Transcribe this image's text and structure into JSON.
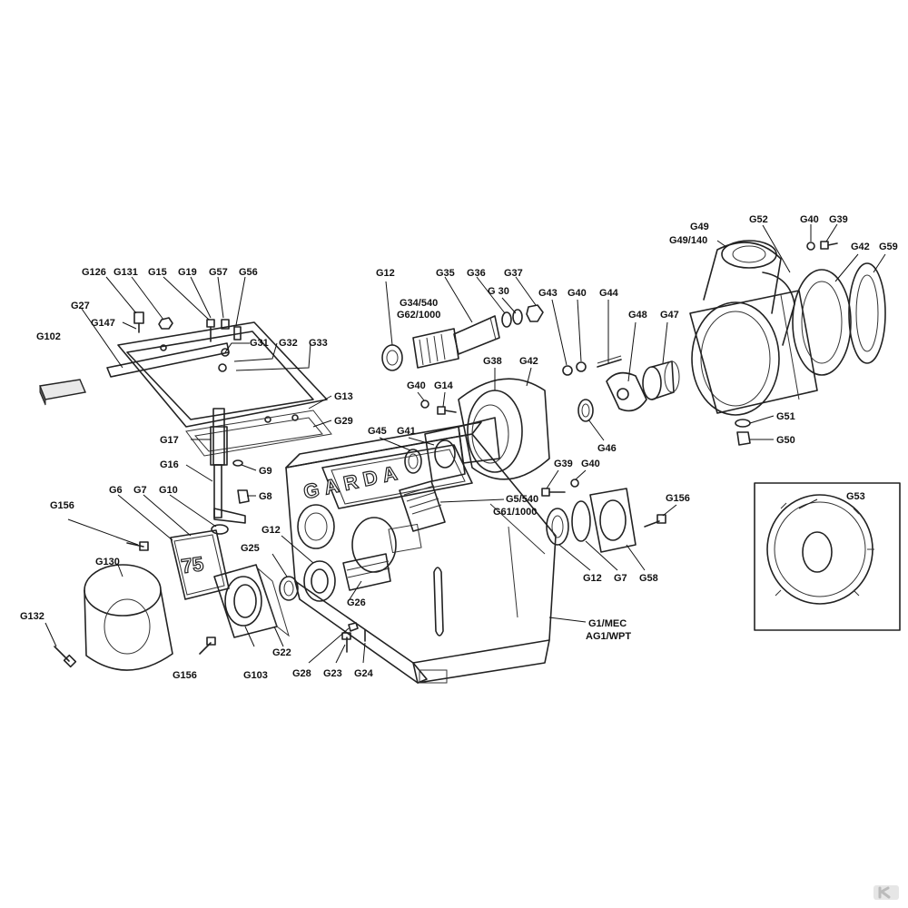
{
  "housing": {
    "brand_text": "GARDA",
    "plate_number": "75"
  },
  "labels": {
    "G126": "G126",
    "G131": "G131",
    "G15": "G15",
    "G19": "G19",
    "G57": "G57",
    "G56": "G56",
    "G27": "G27",
    "G147": "G147",
    "G102": "G102",
    "G31": "G31",
    "G32": "G32",
    "G33": "G33",
    "G13": "G13",
    "G29": "G29",
    "G17": "G17",
    "G16": "G16",
    "G9": "G9",
    "G8": "G8",
    "G6": "G6",
    "G7a": "G7",
    "G10": "G10",
    "G156a": "G156",
    "G130": "G130",
    "G132": "G132",
    "G156b": "G156",
    "G103": "G103",
    "G22": "G22",
    "G25": "G25",
    "G12a": "G12",
    "G26": "G26",
    "G28": "G28",
    "G23": "G23",
    "G24": "G24",
    "G1": "G1/MEC",
    "AG1": "AG1/WPT",
    "G12b": "G12",
    "G34": "G34/540",
    "G62": "G62/1000",
    "G35": "G35",
    "G36": "G36",
    "G30": "G 30",
    "G37": "G37",
    "G43": "G43",
    "G40a": "G40",
    "G44": "G44",
    "G38": "G38",
    "G42a": "G42",
    "G40b": "G40",
    "G14": "G14",
    "G45": "G45",
    "G41": "G41",
    "G5": "G5/540",
    "G61": "G61/1000",
    "G39a": "G39",
    "G40c": "G40",
    "G12c": "G12",
    "G7b": "G7",
    "G58": "G58",
    "G156c": "G156",
    "G48": "G48",
    "G47": "G47",
    "G46": "G46",
    "G49": "G49",
    "G49_140": "G49/140",
    "G52": "G52",
    "G40d": "G40",
    "G39b": "G39",
    "G42b": "G42",
    "G59": "G59",
    "G51": "G51",
    "G50": "G50",
    "G53": "G53"
  },
  "colors": {
    "line": "#222222",
    "logo": "#bbbbbb"
  },
  "logo_icon": "kramp-k-logo"
}
